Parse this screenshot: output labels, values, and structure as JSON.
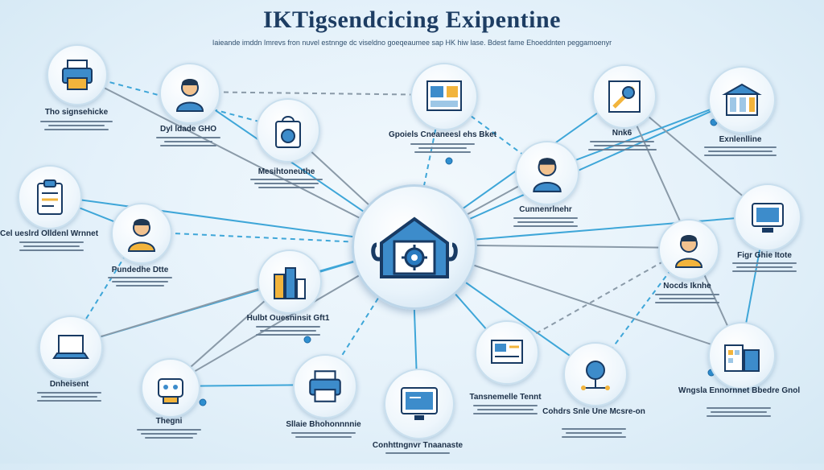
{
  "title": "IKTigsendcicing Exipentine",
  "subtitle": "Iaieande imddn Imrevs fron nuvel estnnge dc viseldno goeqeaumee sap HK hiw lase. Bdest fame Ehoeddnten peggamoenyr",
  "colors": {
    "line_blue": "#3ea6d8",
    "line_gray": "#8a9aa8",
    "navy": "#1d3d63",
    "accent": "#2f8fd0"
  },
  "hub": {
    "icon": "house-gear-icon"
  },
  "nodes": [
    {
      "id": "n1",
      "label": "Tho signsehicke",
      "icon": "printer-icon"
    },
    {
      "id": "n2",
      "label": "Dyl ldade GHO",
      "icon": "person-icon"
    },
    {
      "id": "n3",
      "label": "Mesihtoneuthe",
      "icon": "bag-icon"
    },
    {
      "id": "n4",
      "label": "Gpoiels Cneaneesl ehs Bket",
      "icon": "dashboard-icon"
    },
    {
      "id": "n5",
      "label": "Nnk6",
      "icon": "tools-icon"
    },
    {
      "id": "n6",
      "label": "Exnlenlline",
      "icon": "store-icon"
    },
    {
      "id": "n7",
      "label": "Cel ueslrd Olldenl Wrnnet",
      "icon": "clipboard-icon"
    },
    {
      "id": "n8",
      "label": "Pundedhe Dtte",
      "icon": "person-icon"
    },
    {
      "id": "n9",
      "label": "Cunnenrlnehr",
      "icon": "person-icon"
    },
    {
      "id": "n10",
      "label": "Hulbt Ouesninsit Gft1",
      "icon": "building-icon"
    },
    {
      "id": "n11",
      "label": "Figr Ghie Itote",
      "icon": "monitor-icon"
    },
    {
      "id": "n12",
      "label": "Nocds Iknhe",
      "icon": "person-icon"
    },
    {
      "id": "n13",
      "label": "Dnheisent",
      "icon": "laptop-icon"
    },
    {
      "id": "n14",
      "label": "Thegni",
      "icon": "robot-icon"
    },
    {
      "id": "n15",
      "label": "Sllaie Bhohonnnnie",
      "icon": "printer-icon"
    },
    {
      "id": "n16",
      "label": "Conhttngnvr Tnaanaste",
      "icon": "computer-icon"
    },
    {
      "id": "n17",
      "label": "Tansnemelle Tennt",
      "icon": "screen-icon"
    },
    {
      "id": "n18",
      "label": "Cohdrs Snle Une Mcsre-on",
      "icon": "network-icon"
    },
    {
      "id": "n19",
      "label": "Wngsla Ennornnet Bbedre Gnol",
      "icon": "office-icon"
    }
  ]
}
